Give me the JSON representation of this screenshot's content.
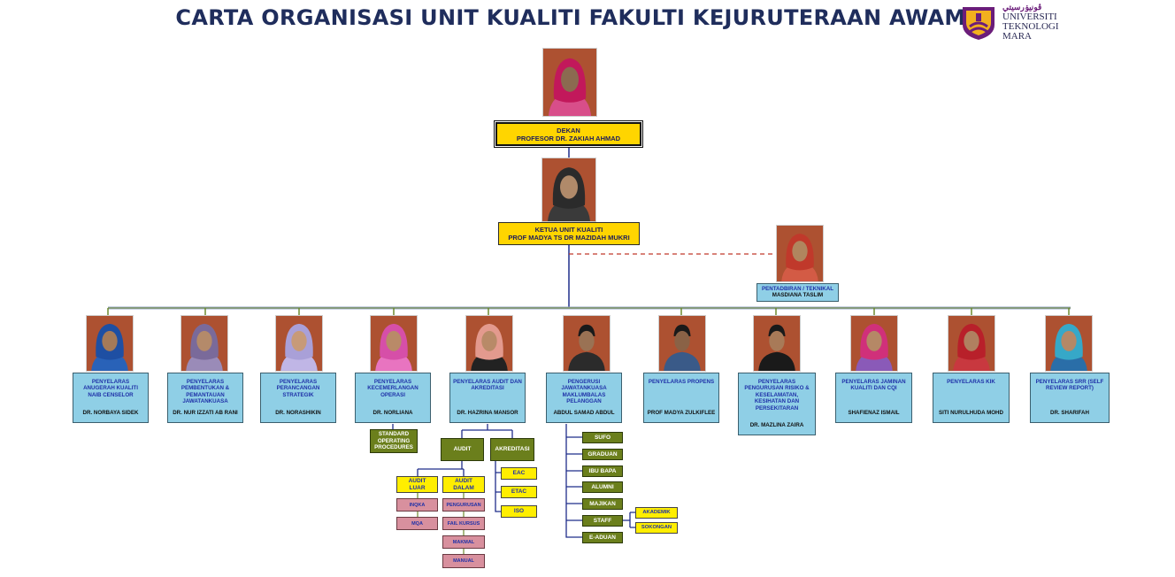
{
  "title": "CARTA ORGANISASI UNIT KUALITI FAKULTI KEJURUTERAAN AWAM",
  "logo": {
    "jawi": "ڤونيۏرسيتي",
    "lines": [
      "UNIVERSITI",
      "TEKNOLOGI",
      "MARA"
    ]
  },
  "colors": {
    "title": "#1f2d5c",
    "leader_box": "#ffd500",
    "card": "#8fcfe6",
    "green_box": "#6b7f1c",
    "yellow_box": "#ffee00",
    "pink_box": "#d8909e",
    "connector": "#1f2d8a",
    "dashed": "#c0392b"
  },
  "dekan": {
    "role": "DEKAN",
    "name": "PROFESOR DR. ZAKIAH AHMAD"
  },
  "ketua": {
    "role": "KETUA UNIT KUALITI",
    "name": "PROF MADYA TS DR MAZIDAH MUKRI"
  },
  "admin": {
    "role": "PENTADBIRAN / TEKNIKAL",
    "name": "MASDIANA TASLIM"
  },
  "coordinators": [
    {
      "role": "PENYELARAS ANUGERAH KUALITI NAIB CENSELOR",
      "name": "DR. NORBAYA SIDEK"
    },
    {
      "role": "PENYELARAS PEMBENTUKAN & PEMANTAUAN JAWATANKUASA",
      "name": "DR. NUR IZZATI AB RANI"
    },
    {
      "role": "PENYELARAS PERANCANGAN STRATEGIK",
      "name": "DR. NORASHIKIN"
    },
    {
      "role": "PENYELARAS KECEMERLANGAN OPERASI",
      "name": "DR. NORLIANA"
    },
    {
      "role": "PENYELARAS AUDIT DAN AKREDITASI",
      "name": "DR. HAZRINA MANSOR"
    },
    {
      "role": "PENGERUSI JAWATANKUASA MAKLUMBALAS PELANGGAN",
      "name": "ABDUL SAMAD ABDUL"
    },
    {
      "role": "PENYELARAS PROPENS",
      "name": "PROF MADYA ZULKIFLEE"
    },
    {
      "role": "PENYELARAS PENGURUSAN RISIKO & KESELAMATAN, KESIHATAN DAN PERSEKITARAN",
      "name": "DR. MAZLINA ZAIRA"
    },
    {
      "role": "PENYELARAS JAMINAN KUALITI DAN CQI",
      "name": "SHAFIENAZ ISMAIL"
    },
    {
      "role": "PENYELARAS KIK",
      "name": "SITI NURULHUDA MOHD"
    },
    {
      "role": "PENYELARAS SRR (SELF REVIEW REPORT)",
      "name": "DR. SHARIFAH"
    }
  ],
  "sop": "STANDARD OPERATING PROCEDURES",
  "audit": {
    "label": "AUDIT",
    "luar": {
      "label": "AUDIT LUAR",
      "items": [
        "INQKA",
        "MQA"
      ]
    },
    "dalam": {
      "label": "AUDIT DALAM",
      "items": [
        "PENGURUSAN",
        "FAIL KURSUS",
        "MAKMAL",
        "MANUAL"
      ]
    }
  },
  "akreditasi": {
    "label": "AKREDITASI",
    "items": [
      "EAC",
      "ETAC",
      "ISO"
    ]
  },
  "maklumbalas": {
    "items": [
      "SUFO",
      "GRADUAN",
      "IBU BAPA",
      "ALUMNI",
      "MAJIKAN",
      "STAFF",
      "E-ADUAN"
    ],
    "staff_sub": [
      "AKADEMIK",
      "SOKONGAN"
    ]
  }
}
